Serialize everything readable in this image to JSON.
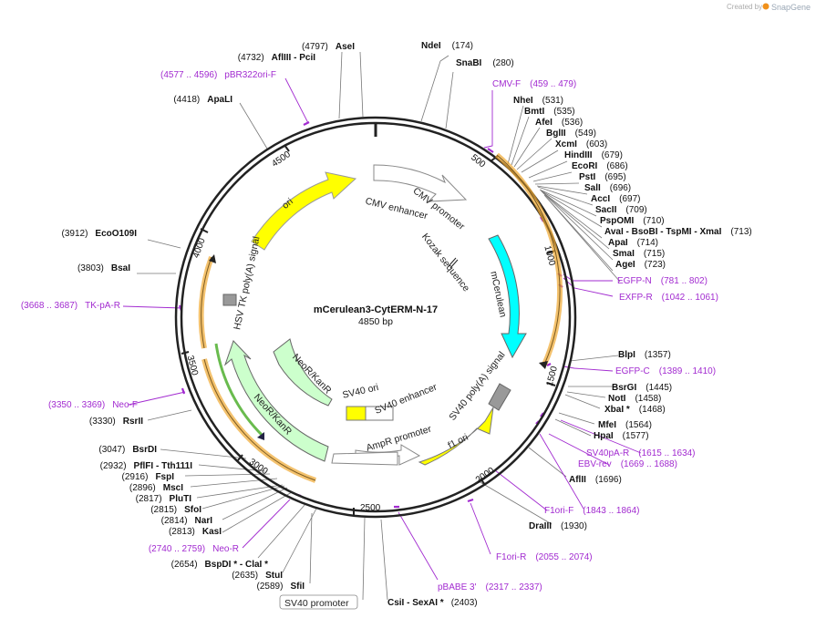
{
  "branding": {
    "created_by": "Created by",
    "app_name": "SnapGene"
  },
  "plasmid": {
    "name": "mCerulean3-CytERM-N-17",
    "size_label": "4850 bp",
    "length_bp": 4850
  },
  "colors": {
    "backbone": "#222222",
    "primer": "#a22bd0",
    "ori": "#ffff00",
    "mcerulean": "#00ffff",
    "neo": "#ccffcc",
    "orf": "#f0a830",
    "signal": "#999999"
  },
  "ticks": [
    {
      "bp": 500,
      "label": "500"
    },
    {
      "bp": 1000,
      "label": "1000"
    },
    {
      "bp": 1500,
      "label": "1500"
    },
    {
      "bp": 2000,
      "label": "2000"
    },
    {
      "bp": 2500,
      "label": "2500"
    },
    {
      "bp": 3000,
      "label": "3000"
    },
    {
      "bp": 3500,
      "label": "3500"
    },
    {
      "bp": 4000,
      "label": "4000"
    },
    {
      "bp": 4500,
      "label": "4500"
    }
  ],
  "sites": [
    {
      "name": "NdeI",
      "pos": "(174)"
    },
    {
      "name": "SnaBI",
      "pos": "(280)"
    },
    {
      "name": "NheI",
      "pos": "(531)"
    },
    {
      "name": "BmtI",
      "pos": "(535)"
    },
    {
      "name": "AfeI",
      "pos": "(536)"
    },
    {
      "name": "BglII",
      "pos": "(549)"
    },
    {
      "name": "XcmI",
      "pos": "(603)"
    },
    {
      "name": "HindIII",
      "pos": "(679)"
    },
    {
      "name": "EcoRI",
      "pos": "(686)"
    },
    {
      "name": "PstI",
      "pos": "(695)"
    },
    {
      "name": "SalI",
      "pos": "(696)"
    },
    {
      "name": "AccI",
      "pos": "(697)"
    },
    {
      "name": "SacII",
      "pos": "(709)"
    },
    {
      "name": "PspOMI",
      "pos": "(710)"
    },
    {
      "name": "AvaI - BsoBI - TspMI - XmaI",
      "pos": "(713)"
    },
    {
      "name": "ApaI",
      "pos": "(714)"
    },
    {
      "name": "SmaI",
      "pos": "(715)"
    },
    {
      "name": "AgeI",
      "pos": "(723)"
    },
    {
      "name": "BlpI",
      "pos": "(1357)"
    },
    {
      "name": "BsrGI",
      "pos": "(1445)"
    },
    {
      "name": "NotI",
      "pos": "(1458)"
    },
    {
      "name": "XbaI *",
      "pos": "(1468)"
    },
    {
      "name": "MfeI",
      "pos": "(1564)"
    },
    {
      "name": "HpaI",
      "pos": "(1577)"
    },
    {
      "name": "AflII",
      "pos": "(1696)"
    },
    {
      "name": "DraIII",
      "pos": "(1930)"
    },
    {
      "name": "CsiI - SexAI *",
      "pos": "(2403)"
    },
    {
      "name": "SfiI",
      "pos": "(2589)"
    },
    {
      "name": "StuI",
      "pos": "(2635)"
    },
    {
      "name": "BspDI * - ClaI *",
      "pos": "(2654)"
    },
    {
      "name": "KasI",
      "pos": "(2813)"
    },
    {
      "name": "NarI",
      "pos": "(2814)"
    },
    {
      "name": "SfoI",
      "pos": "(2815)"
    },
    {
      "name": "PluTI",
      "pos": "(2817)"
    },
    {
      "name": "MscI",
      "pos": "(2896)"
    },
    {
      "name": "FspI",
      "pos": "(2916)"
    },
    {
      "name": "PflFI - Tth111I",
      "pos": "(2932)"
    },
    {
      "name": "BsrDI",
      "pos": "(3047)"
    },
    {
      "name": "RsrII",
      "pos": "(3330)"
    },
    {
      "name": "BsaI",
      "pos": "(3803)"
    },
    {
      "name": "EcoO109I",
      "pos": "(3912)"
    },
    {
      "name": "ApaLI",
      "pos": "(4418)"
    },
    {
      "name": "AflIII - PciI",
      "pos": "(4732)"
    },
    {
      "name": "AseI",
      "pos": "(4797)"
    }
  ],
  "primers": [
    {
      "name": "CMV-F",
      "range": "(459 .. 479)"
    },
    {
      "name": "EGFP-N",
      "range": "(781 .. 802)"
    },
    {
      "name": "EXFP-R",
      "range": "(1042 .. 1061)"
    },
    {
      "name": "EGFP-C",
      "range": "(1389 .. 1410)"
    },
    {
      "name": "SV40pA-R",
      "range": "(1615 .. 1634)"
    },
    {
      "name": "EBV-rev",
      "range": "(1669 .. 1688)"
    },
    {
      "name": "F1ori-F",
      "range": "(1843 .. 1864)"
    },
    {
      "name": "F1ori-R",
      "range": "(2055 .. 2074)"
    },
    {
      "name": "pBABE 3'",
      "range": "(2317 .. 2337)"
    },
    {
      "name": "Neo-R",
      "range": "(2740 .. 2759)"
    },
    {
      "name": "Neo-F",
      "range": "(3350 .. 3369)"
    },
    {
      "name": "TK-pA-R",
      "range": "(3668 .. 3687)"
    },
    {
      "name": "pBR322ori-F",
      "range": "(4577 .. 4596)"
    }
  ],
  "features": [
    {
      "name": "CMV enhancer"
    },
    {
      "name": "CMV promoter"
    },
    {
      "name": "Kozak sequence"
    },
    {
      "name": "mCerulean"
    },
    {
      "name": "SV40 poly(A) signal"
    },
    {
      "name": "f1 ori"
    },
    {
      "name": "AmpR promoter"
    },
    {
      "name": "SV40 ori"
    },
    {
      "name": "SV40 enhancer"
    },
    {
      "name": "NeoR/KanR"
    },
    {
      "name": "NeoR/KanR"
    },
    {
      "name": "HSV TK poly(A) signal"
    },
    {
      "name": "ori"
    },
    {
      "name": "SV40 promoter"
    }
  ]
}
